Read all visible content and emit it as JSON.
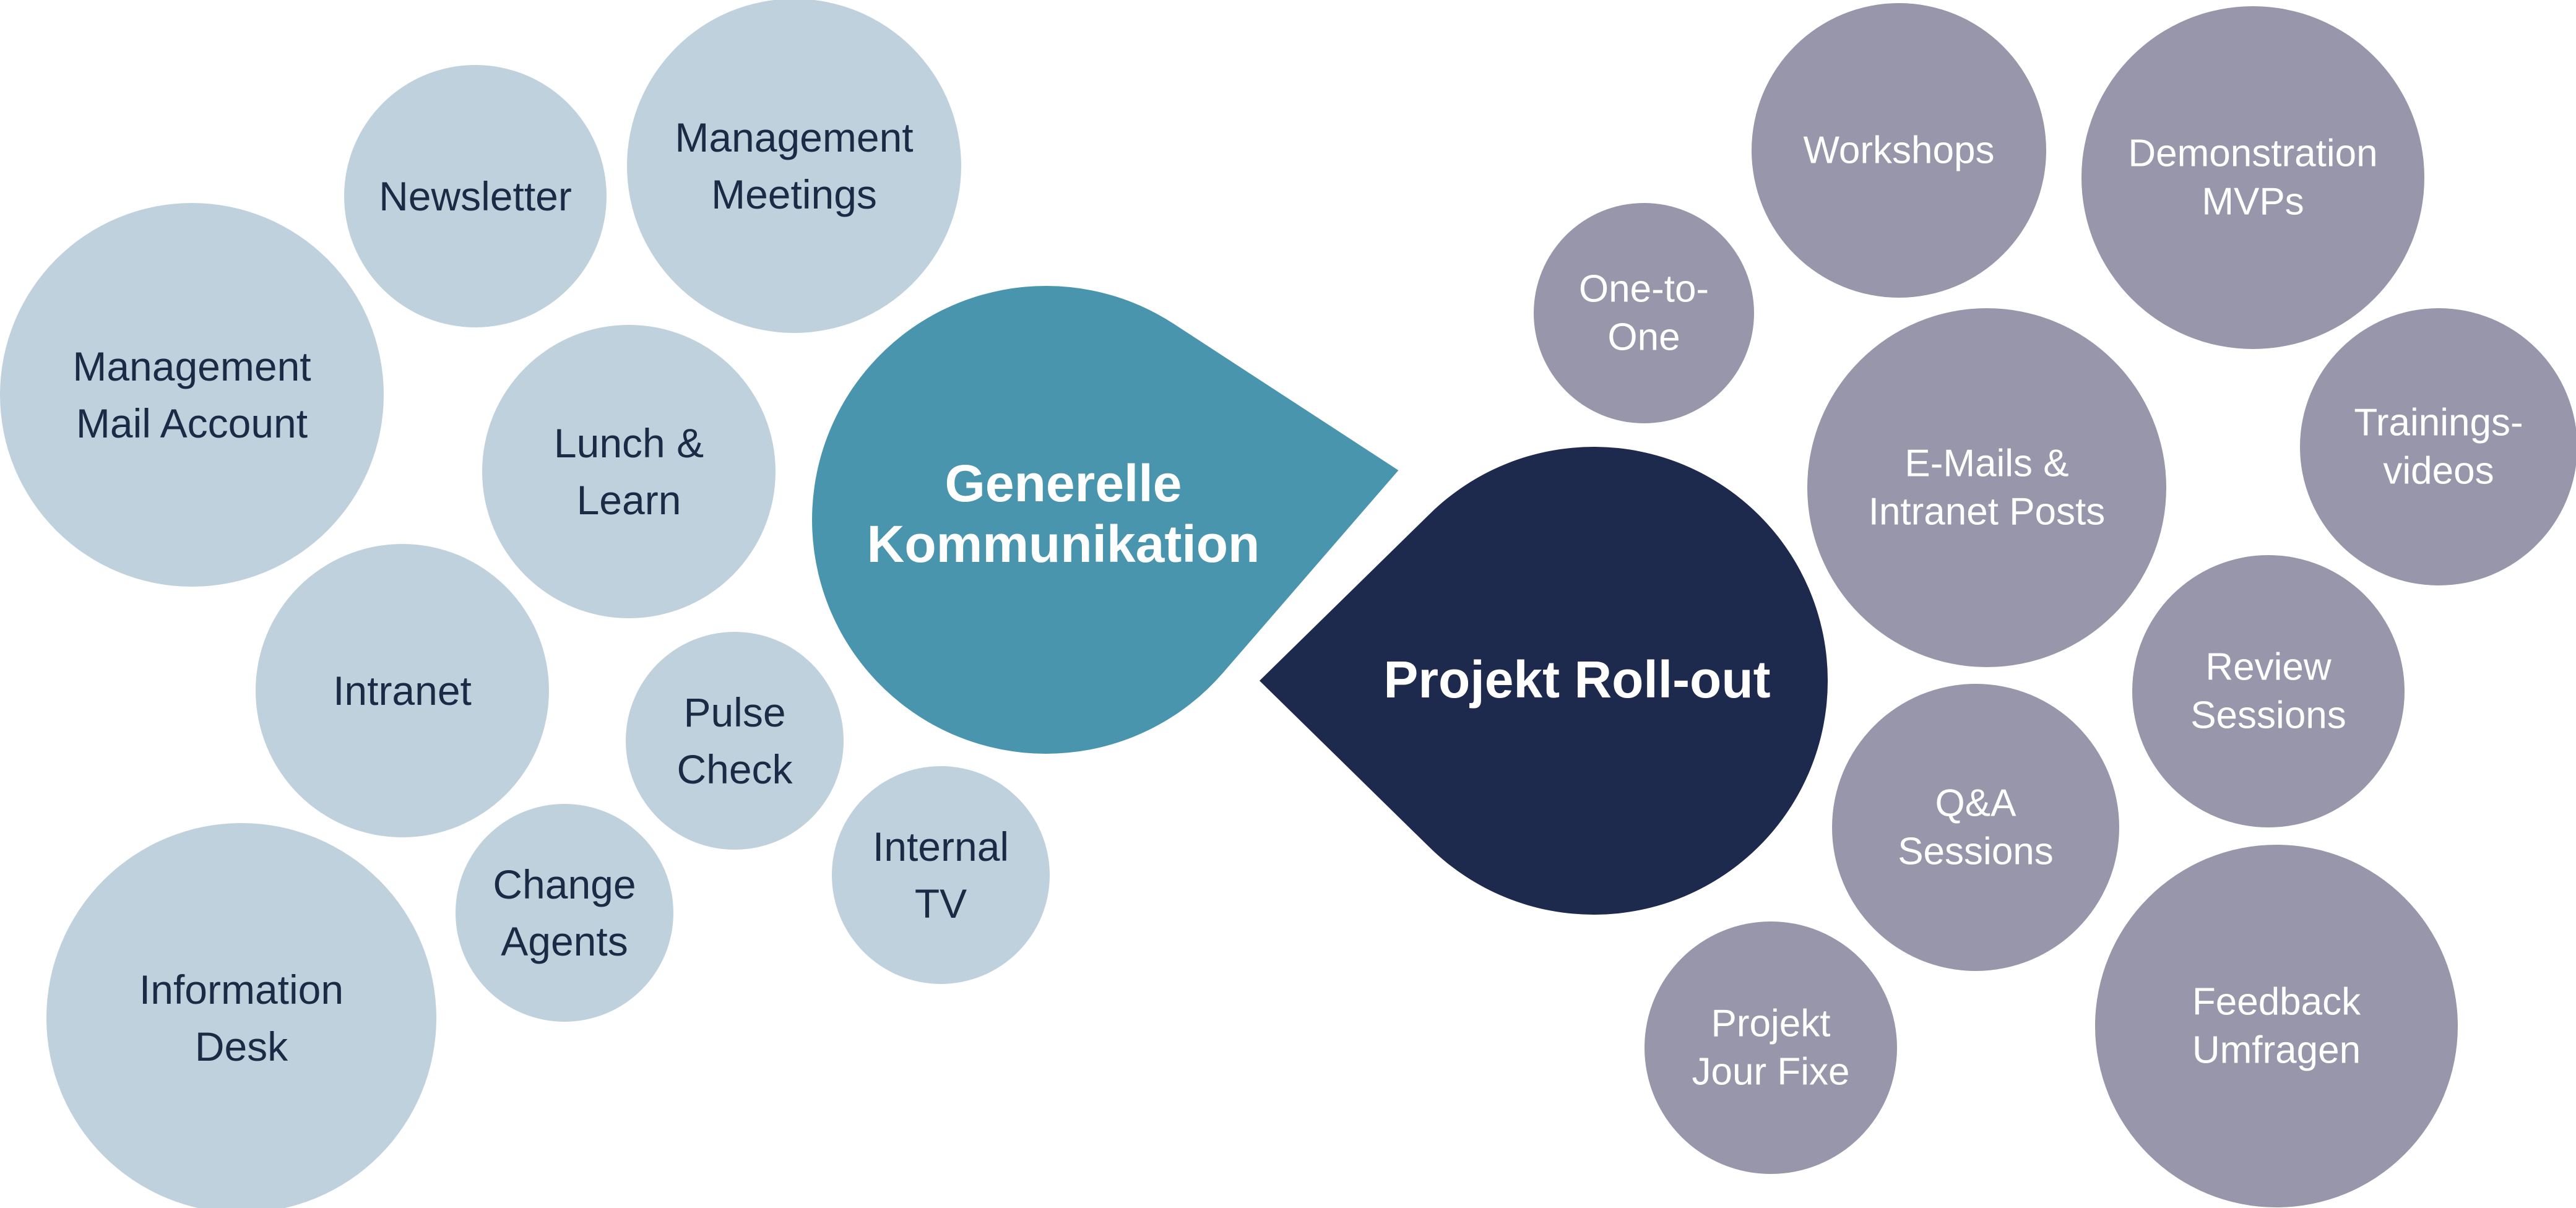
{
  "colors": {
    "general_bubble": "#bfd1dd",
    "general_text": "#1b2a45",
    "general_center": "#4a95ae",
    "project_bubble": "#9796aa",
    "project_text": "#ffffff",
    "project_center": "#1d2a4e",
    "center_text": "#ffffff"
  },
  "center_general": {
    "lines": [
      "Generelle",
      "Kommunikation"
    ]
  },
  "center_project": {
    "lines": [
      "Projekt Roll-out"
    ]
  },
  "general_items": [
    {
      "id": "newsletter",
      "lines": [
        "Newsletter"
      ]
    },
    {
      "id": "management-meetings",
      "lines": [
        "Management",
        "Meetings"
      ]
    },
    {
      "id": "management-mail-account",
      "lines": [
        "Management",
        "Mail Account"
      ]
    },
    {
      "id": "lunch-and-learn",
      "lines": [
        "Lunch &",
        "Learn"
      ]
    },
    {
      "id": "intranet",
      "lines": [
        "Intranet"
      ]
    },
    {
      "id": "pulse-check",
      "lines": [
        "Pulse",
        "Check"
      ]
    },
    {
      "id": "change-agents",
      "lines": [
        "Change",
        "Agents"
      ]
    },
    {
      "id": "internal-tv",
      "lines": [
        "Internal",
        "TV"
      ]
    },
    {
      "id": "information-desk",
      "lines": [
        "Information",
        "Desk"
      ]
    }
  ],
  "project_items": [
    {
      "id": "workshops",
      "lines": [
        "Workshops"
      ]
    },
    {
      "id": "demonstration-mvps",
      "lines": [
        "Demonstration",
        "MVPs"
      ]
    },
    {
      "id": "one-to-one",
      "lines": [
        "One-to-",
        "One"
      ]
    },
    {
      "id": "emails-intranet-posts",
      "lines": [
        "E-Mails &",
        "Intranet Posts"
      ]
    },
    {
      "id": "trainings-videos",
      "lines": [
        "Trainings-",
        "videos"
      ]
    },
    {
      "id": "review-sessions",
      "lines": [
        "Review",
        "Sessions"
      ]
    },
    {
      "id": "qa-sessions",
      "lines": [
        "Q&A",
        "Sessions"
      ]
    },
    {
      "id": "projekt-jour-fixe",
      "lines": [
        "Projekt",
        "Jour Fixe"
      ]
    },
    {
      "id": "feedback-umfragen",
      "lines": [
        "Feedback",
        "Umfragen"
      ]
    }
  ]
}
